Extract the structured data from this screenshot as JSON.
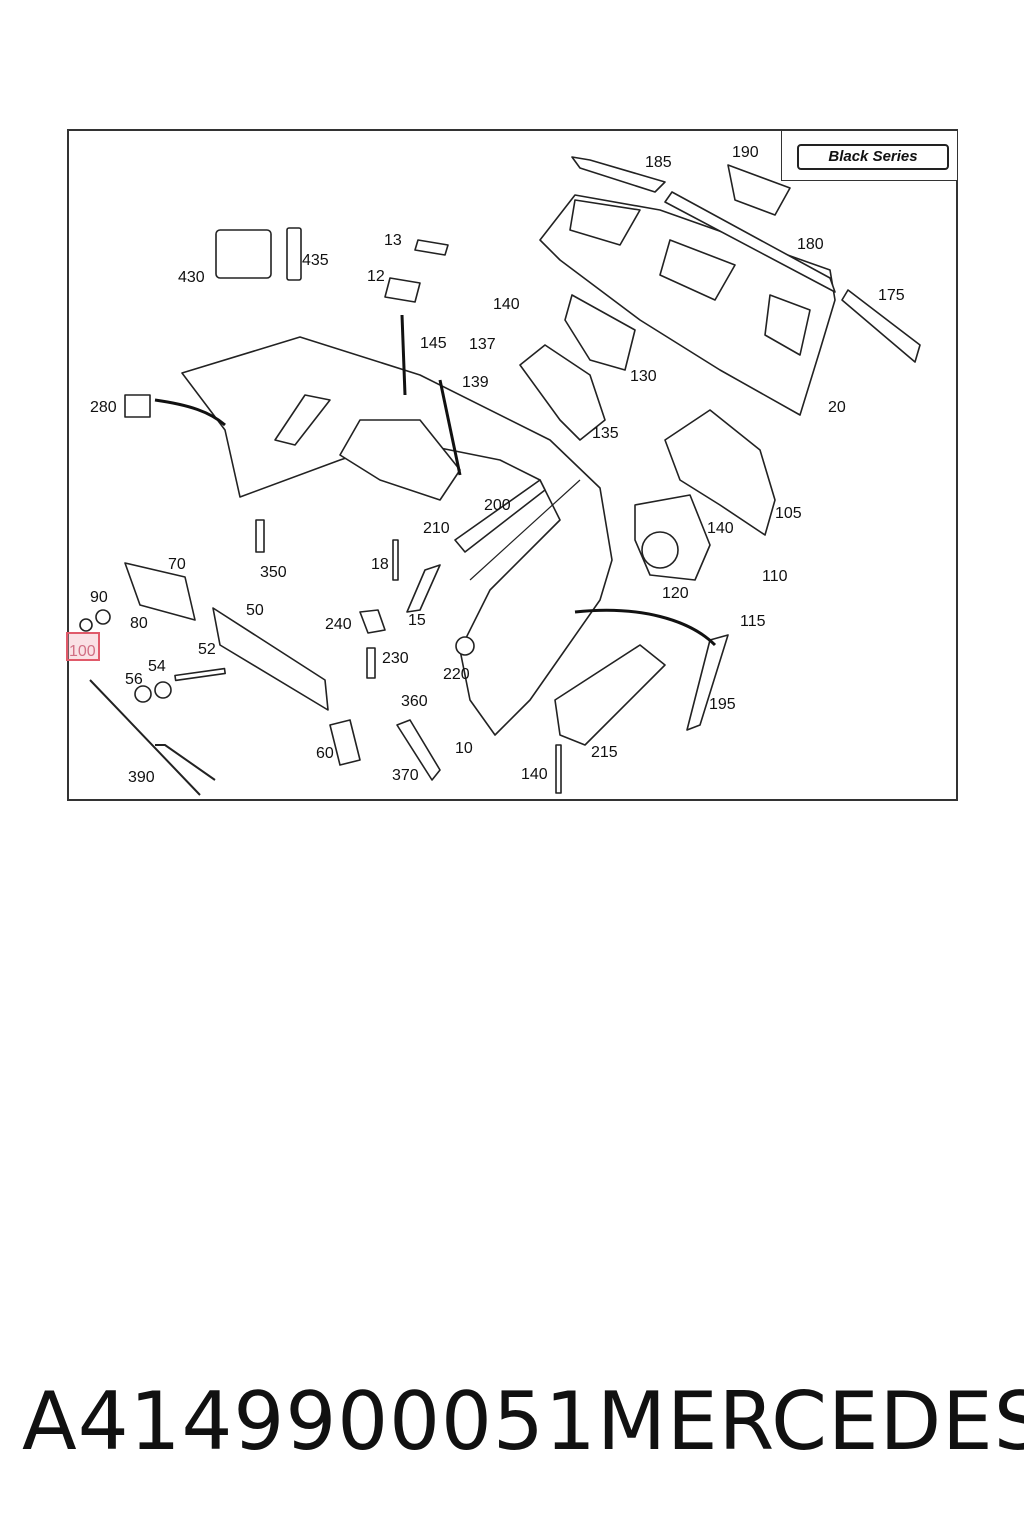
{
  "diagram": {
    "badge": "Black Series",
    "highlighted_callout": "100",
    "callouts": [
      {
        "id": "c185",
        "label": "185"
      },
      {
        "id": "c190",
        "label": "190"
      },
      {
        "id": "c180",
        "label": "180"
      },
      {
        "id": "c175",
        "label": "175"
      },
      {
        "id": "c13",
        "label": "13"
      },
      {
        "id": "c12",
        "label": "12"
      },
      {
        "id": "c430",
        "label": "430"
      },
      {
        "id": "c435",
        "label": "435"
      },
      {
        "id": "c140a",
        "label": "140"
      },
      {
        "id": "c145",
        "label": "145"
      },
      {
        "id": "c137",
        "label": "137"
      },
      {
        "id": "c139",
        "label": "139"
      },
      {
        "id": "c130",
        "label": "130"
      },
      {
        "id": "c20",
        "label": "20"
      },
      {
        "id": "c280",
        "label": "280"
      },
      {
        "id": "c135",
        "label": "135"
      },
      {
        "id": "c105",
        "label": "105"
      },
      {
        "id": "c200",
        "label": "200"
      },
      {
        "id": "c210",
        "label": "210"
      },
      {
        "id": "c140b",
        "label": "140"
      },
      {
        "id": "c110",
        "label": "110"
      },
      {
        "id": "c350",
        "label": "350"
      },
      {
        "id": "c70",
        "label": "70"
      },
      {
        "id": "c18",
        "label": "18"
      },
      {
        "id": "c120",
        "label": "120"
      },
      {
        "id": "c90",
        "label": "90"
      },
      {
        "id": "c50",
        "label": "50"
      },
      {
        "id": "c80",
        "label": "80"
      },
      {
        "id": "c240",
        "label": "240"
      },
      {
        "id": "c15",
        "label": "15"
      },
      {
        "id": "c115",
        "label": "115"
      },
      {
        "id": "c100",
        "label": "100"
      },
      {
        "id": "c52",
        "label": "52"
      },
      {
        "id": "c230",
        "label": "230"
      },
      {
        "id": "c220",
        "label": "220"
      },
      {
        "id": "c54",
        "label": "54"
      },
      {
        "id": "c56",
        "label": "56"
      },
      {
        "id": "c360",
        "label": "360"
      },
      {
        "id": "c195",
        "label": "195"
      },
      {
        "id": "c60",
        "label": "60"
      },
      {
        "id": "c10",
        "label": "10"
      },
      {
        "id": "c215",
        "label": "215"
      },
      {
        "id": "c390",
        "label": "390"
      },
      {
        "id": "c370",
        "label": "370"
      },
      {
        "id": "c140c",
        "label": "140"
      }
    ]
  },
  "caption": {
    "part_number": "A4149900051",
    "brand": "MERCEDES"
  }
}
